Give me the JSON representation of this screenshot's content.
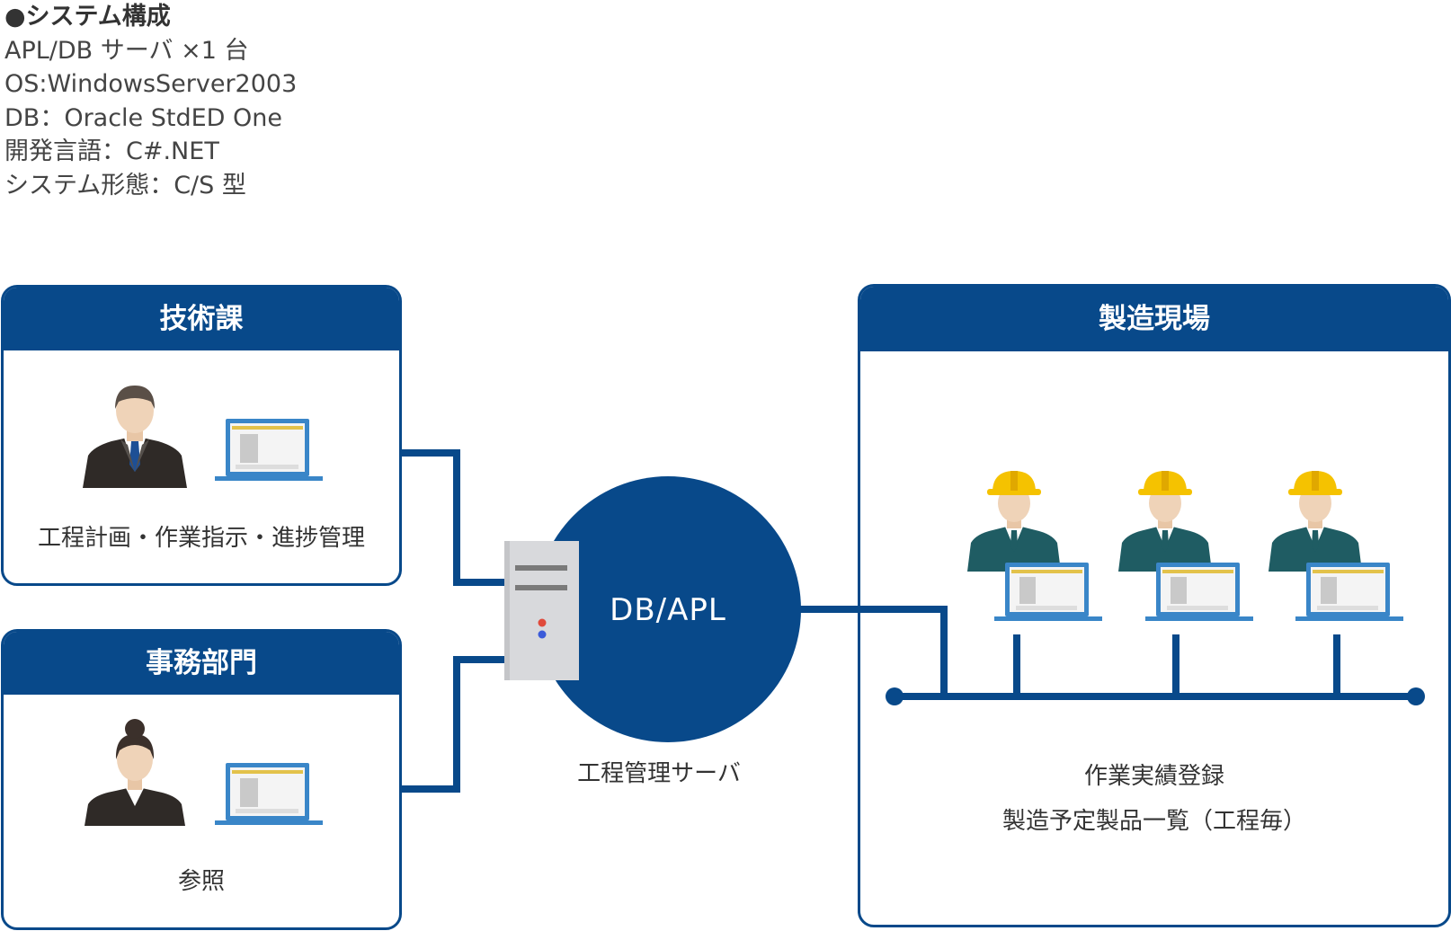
{
  "spec": {
    "title": "●システム構成",
    "lines": [
      "APL/DB サーバ ×1 台",
      "OS:WindowsServer2003",
      "DB：Oracle StdED One",
      "開発言語：C#.NET",
      "システム形態：C/S 型"
    ]
  },
  "gijutsu": {
    "title": "技術課",
    "caption": "工程計画・作業指示・進捗管理"
  },
  "jimu": {
    "title": "事務部門",
    "caption": "参照"
  },
  "server": {
    "label": "DB/APL",
    "caption": "工程管理サーバ"
  },
  "genba": {
    "title": "製造現場",
    "caption1": "作業実績登録",
    "caption2": "製造予定製品一覧（工程毎）"
  },
  "colors": {
    "primary": "#08498a",
    "helmet": "#f5c200",
    "uniform": "#1f5c63",
    "laptop": "#3a86c8"
  }
}
